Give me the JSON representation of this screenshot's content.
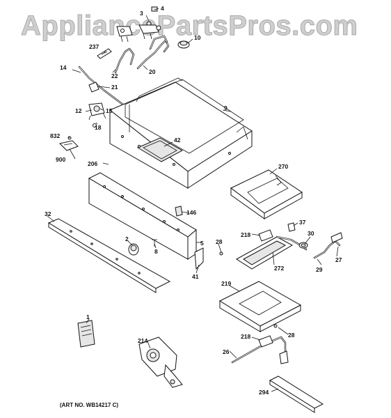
{
  "watermark": "AppliancePartsPros.com",
  "art_number": "(ART NO. WB14217 C)",
  "callouts": {
    "p1": "1",
    "p2": "2",
    "p3": "3",
    "p4": "4",
    "p5": "5",
    "p8": "8",
    "p9": "9",
    "p10": "10",
    "p12": "12",
    "p14": "14",
    "p15": "15",
    "p18": "18",
    "p20": "20",
    "p21": "21",
    "p22": "22",
    "p26": "26",
    "p27": "27",
    "p28a": "28",
    "p28b": "28",
    "p29": "29",
    "p30": "30",
    "p32": "32",
    "p37": "37",
    "p41": "41",
    "p42": "42",
    "p146": "146",
    "p206": "206",
    "p214": "214",
    "p218a": "218",
    "p218b": "218",
    "p219": "219",
    "p237": "237",
    "p270": "270",
    "p272": "272",
    "p294": "294",
    "p832": "832",
    "p900": "900"
  }
}
